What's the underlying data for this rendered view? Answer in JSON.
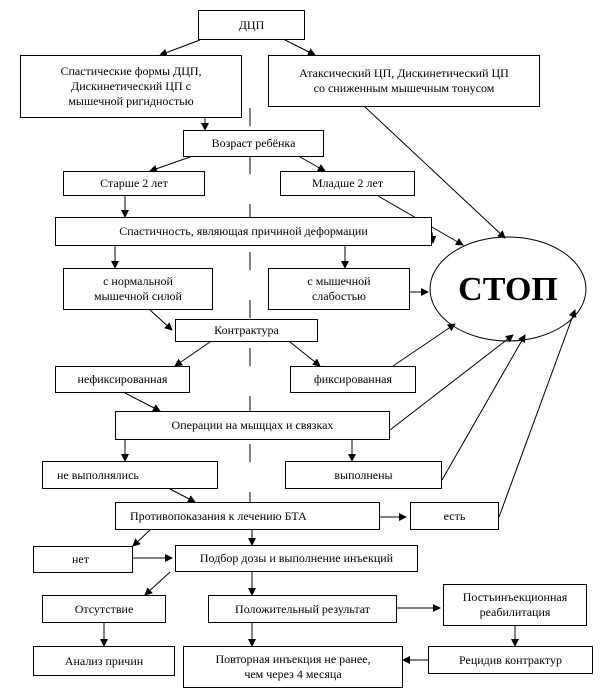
{
  "diagram": {
    "nodes": {
      "dcp": "ДЦП",
      "spastic": "Спастические формы ДЦП,\nДискинетический ЦП с\nмышечной ригидностью",
      "ataxic": "Атаксический ЦП, Дискинетический ЦП\nсо сниженным мышечным тонусом",
      "age": "Возраст ребёнка",
      "older": "Старше 2 лет",
      "younger": "Младше 2 лет",
      "spasticity": "Спастичность, являющая причиной деформации",
      "normal_strength": "с нормальной\nмышечной силой",
      "weakness": "с мышечной\nслабостью",
      "stop": "СТОП",
      "contracture": "Контрактура",
      "nonfixed": "нефиксированная",
      "fixed": "фиксированная",
      "operations": "Операции на мыщцах и связках",
      "not_done": "не выполнялись",
      "done": "выполнены",
      "contraindications": "Противопоказания к лечению БТА",
      "yes": "есть",
      "no": "нет",
      "dose": "Подбор дозы и выполнение инъекций",
      "absence": "Отсутствие",
      "positive": "Положительный результат",
      "rehab": "Постъинъекционная\nреабилитация",
      "analysis": "Анализ причин",
      "repeat": "Повторная инъекция не ранее,\nчем через 4 месяца",
      "relapse": "Рецидив контрактур"
    }
  }
}
